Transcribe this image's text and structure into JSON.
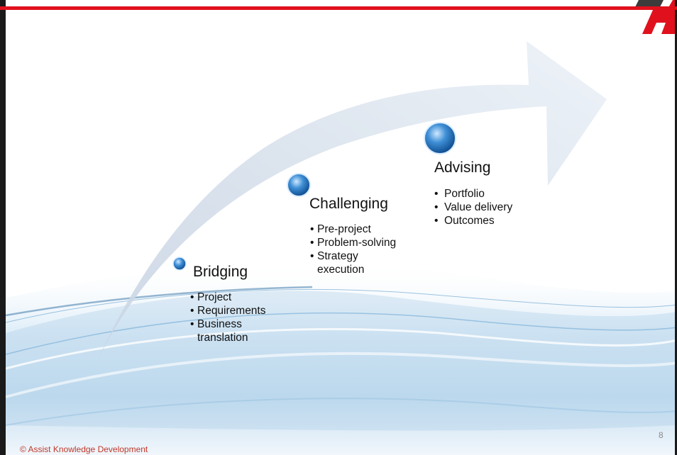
{
  "slide": {
    "page_number": "8",
    "footer": "© Assist Knowledge Development",
    "accent_color": "#e0111c"
  },
  "stages": [
    {
      "title": "Bridging",
      "bullets": [
        "Project",
        "Requirements",
        "Business translation"
      ]
    },
    {
      "title": "Challenging",
      "bullets": [
        "Pre-project",
        "Problem-solving",
        "Strategy execution"
      ]
    },
    {
      "title": "Advising",
      "bullets": [
        "Portfolio",
        "Value delivery",
        "Outcomes"
      ]
    }
  ]
}
